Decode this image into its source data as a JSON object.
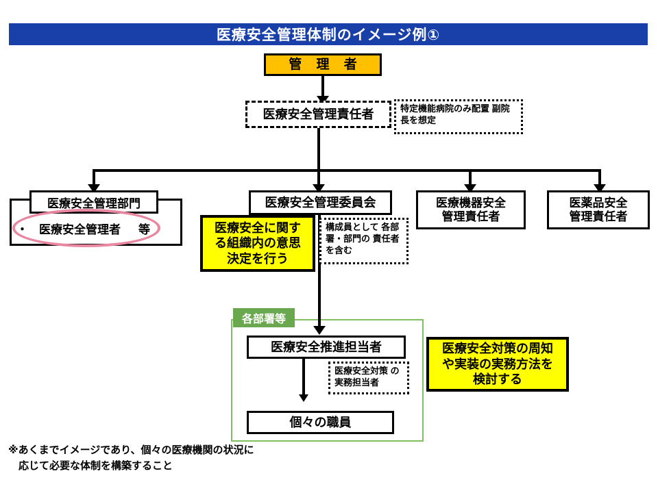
{
  "header": {
    "title": "医療安全管理体制のイメージ例①",
    "bar_color": "#1940a8",
    "text_color": "#ffffff"
  },
  "nodes": {
    "administrator": {
      "label": "管 理 者",
      "fill": "#ffc000"
    },
    "safety_director": {
      "label": "医療安全管理責任者",
      "border_style": "dashed"
    },
    "safety_dept": {
      "header": "医療安全管理部門",
      "bullet": "・",
      "member": "医療安全管理者",
      "suffix": "等"
    },
    "safety_committee": {
      "label": "医療安全管理委員会"
    },
    "device_manager": {
      "line1": "医療機器安全",
      "line2": "管理責任者"
    },
    "drug_manager": {
      "line1": "医薬品安全",
      "line2": "管理責任者"
    },
    "promoter": {
      "label": "医療安全推進担当者"
    },
    "staff": {
      "label": "個々の職員"
    }
  },
  "notes": {
    "director_note": "特定機能病院のみ配置\n副院長を想定",
    "committee_note": "構成員として\n各部署・部門の\n責任者を含む",
    "promoter_note": "医療安全対策\nの実務担当者"
  },
  "callouts": {
    "committee_callout": {
      "text": "医療安全に関す\nる組織内の意思\n決定を行う",
      "fill": "#ffff00"
    },
    "promoter_callout": {
      "text": "医療安全対策の周知\nや実装の実務方法を\n検討する",
      "fill": "#ffff00"
    }
  },
  "groups": {
    "departments": {
      "tab_label": "各部署等",
      "tab_color": "#6aa84f",
      "frame_color": "#7fbf60"
    }
  },
  "highlight": {
    "ellipse_color": "#e8879f"
  },
  "footnote": {
    "text": "※あくまでイメージであり、個々の医療機関の状況に\n　応じて必要な体制を構築すること"
  }
}
